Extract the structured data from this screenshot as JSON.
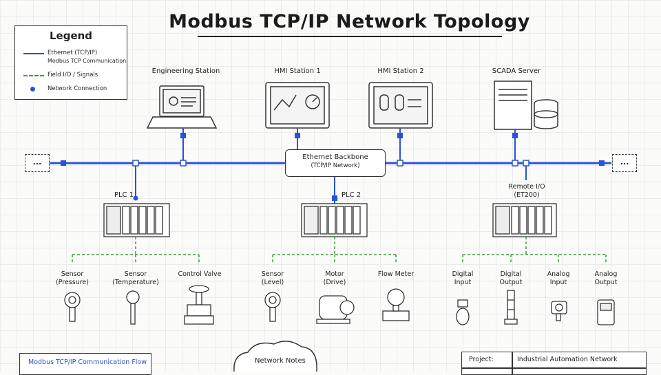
{
  "title": "Modbus TCP/IP Network Topology",
  "legend": {
    "title": "Legend",
    "items": [
      {
        "label": "Ethernet (TCP/IP)",
        "sub": "Modbus TCP Communication",
        "kind": "line"
      },
      {
        "label": "Field I/O / Signals",
        "kind": "dashed"
      },
      {
        "label": "Network Connection",
        "kind": "dot"
      }
    ]
  },
  "stations": [
    {
      "label": "Engineering Station",
      "icon": "laptop-icon"
    },
    {
      "label": "HMI Station 1",
      "icon": "hmi-panel-icon"
    },
    {
      "label": "HMI Station 2",
      "icon": "hmi-panel-icon"
    },
    {
      "label": "SCADA Server",
      "icon": "server-icon"
    }
  ],
  "backbone": {
    "title": "Ethernet Backbone",
    "subtitle": "(TCP/IP Network)",
    "ellipsis": "..."
  },
  "controllers": [
    {
      "label": "PLC 1",
      "sub": ""
    },
    {
      "label": "PLC 2",
      "sub": ""
    },
    {
      "label": "Remote I/O",
      "sub": "(ET200)"
    }
  ],
  "field_devices": [
    {
      "line1": "Sensor",
      "line2": "(Pressure)"
    },
    {
      "line1": "Sensor",
      "line2": "(Temperature)"
    },
    {
      "line1": "Control Valve",
      "line2": ""
    },
    {
      "line1": "Sensor",
      "line2": "(Level)"
    },
    {
      "line1": "Motor",
      "line2": "(Drive)"
    },
    {
      "line1": "Flow Meter",
      "line2": ""
    },
    {
      "line1": "Digital",
      "line2": "Input"
    },
    {
      "line1": "Digital",
      "line2": "Output"
    },
    {
      "line1": "Analog",
      "line2": "Input"
    },
    {
      "line1": "Analog",
      "line2": "Output"
    }
  ],
  "footer": {
    "flow_title": "Modbus TCP/IP Communication Flow",
    "notes_title": "Network Notes",
    "project_key": "Project:",
    "project_value": "Industrial Automation Network"
  },
  "colors": {
    "ethernet": "#2a52d6",
    "field": "#3d9a3d",
    "ink": "#333333"
  }
}
